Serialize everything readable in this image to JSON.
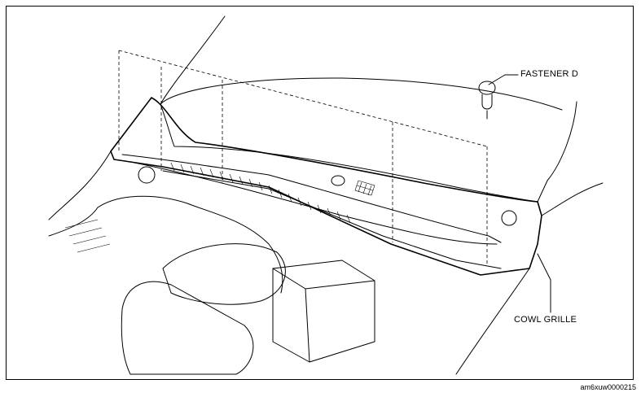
{
  "callouts": {
    "fastener": "FASTENER D",
    "cowl_grille": "COWL GRILLE"
  },
  "figure_code": "am6xuw0000215",
  "colors": {
    "ink": "#000000",
    "paper": "#ffffff"
  }
}
